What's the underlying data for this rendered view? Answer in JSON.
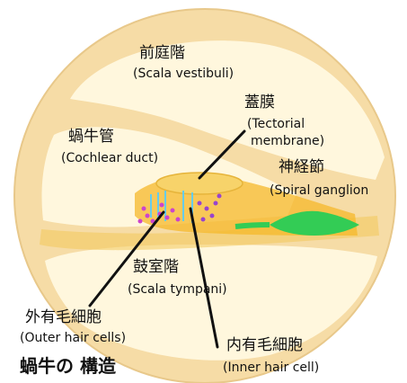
{
  "title": "蝸牛の 構造",
  "labels": {
    "scala_vestibuli": {
      "jp": "前庭階",
      "en": "(Scala vestibuli)"
    },
    "tectorial_membrane": {
      "jp": "蓋膜",
      "en1": "(Tectorial",
      "en2": "membrane)"
    },
    "cochlear_duct": {
      "jp": "蝸牛管",
      "en": "(Cochlear duct)"
    },
    "spiral_ganglion": {
      "jp": "神経節",
      "en": "(Spiral ganglion"
    },
    "scala_tympani": {
      "jp": "鼓室階",
      "en": "(Scala tympani)"
    },
    "outer_hair_cells": {
      "jp": "外有毛細胞",
      "en": "(Outer hair cells)"
    },
    "inner_hair_cell": {
      "jp": "内有毛細胞",
      "en": "(Inner hair cell)"
    }
  },
  "colors": {
    "background": "#ffffff",
    "outer_ring": "#f6dca6",
    "outer_ring_stroke": "#e8c88a",
    "chamber": "#fff7dd",
    "membrane": "#f3c85a",
    "organ": "#f5b82a",
    "ganglion": "#33cc55",
    "hair_cells": "#cc44cc",
    "leader_line": "#111111"
  }
}
